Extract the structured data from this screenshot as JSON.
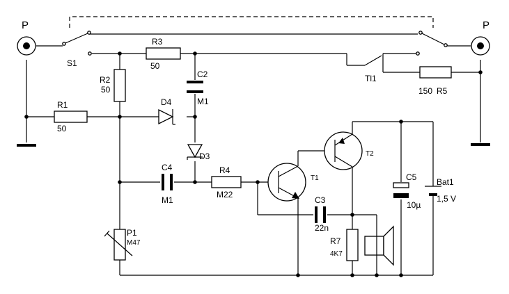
{
  "connectors": {
    "left": "P",
    "right": "P"
  },
  "switch": {
    "name": "S1"
  },
  "resistors": {
    "r1": {
      "name": "R1",
      "value": "50"
    },
    "r2": {
      "name": "R2",
      "value": "50"
    },
    "r3": {
      "name": "R3",
      "value": "50"
    },
    "r4": {
      "name": "R4",
      "value": "M22"
    },
    "r5": {
      "name": "R5",
      "value": "150"
    },
    "r7": {
      "name": "R7",
      "value": "4K7"
    }
  },
  "capacitors": {
    "c2": {
      "name": "C2",
      "value": "M1"
    },
    "c3": {
      "name": "C3",
      "value": "22n"
    },
    "c4": {
      "name": "C4",
      "value": "M1"
    },
    "c5": {
      "name": "C5",
      "value": "10µ"
    }
  },
  "diodes": {
    "d3": "D3",
    "d4": "D4"
  },
  "transistors": {
    "t1": "T1",
    "t2": "T2"
  },
  "potentiometer": {
    "name": "P1",
    "value": "M47"
  },
  "relay_contact": {
    "name": "Tl1"
  },
  "battery": {
    "name": "Bat1",
    "value": "1,5 V"
  }
}
